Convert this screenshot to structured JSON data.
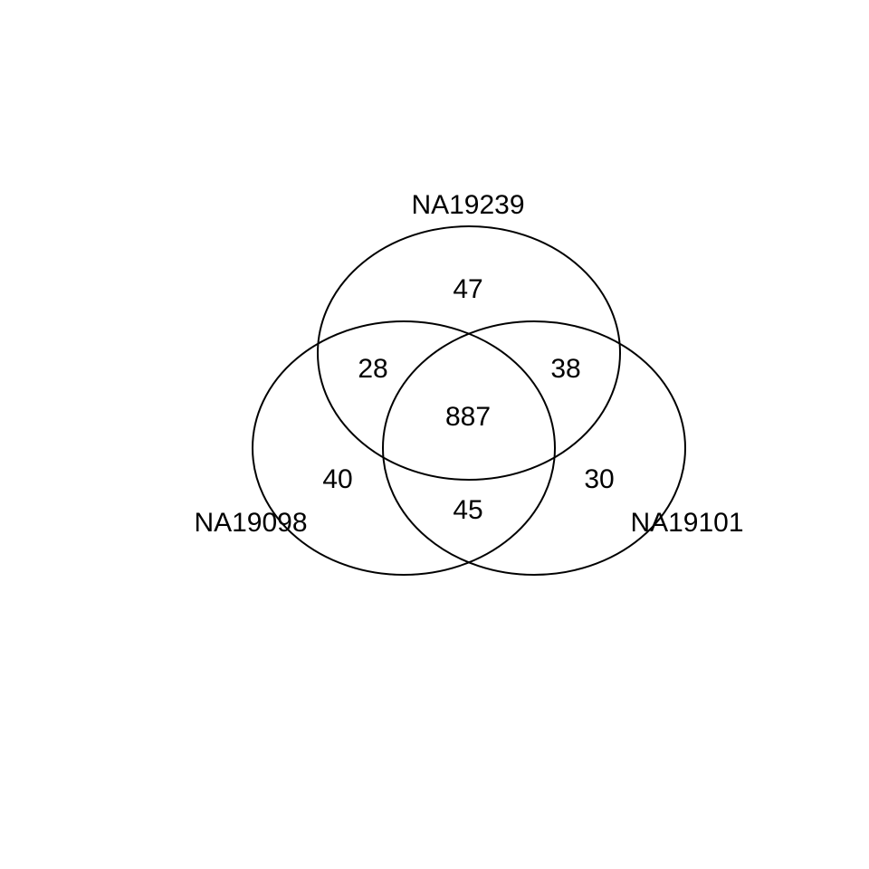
{
  "diagram": {
    "type": "venn-3",
    "sets": {
      "a": {
        "name": "NA19239"
      },
      "b": {
        "name": "NA19098"
      },
      "c": {
        "name": "NA19101"
      }
    },
    "regions": {
      "a_only": 47,
      "b_only": 40,
      "c_only": 30,
      "ab": 28,
      "ac": 38,
      "bc": 45,
      "abc": 887
    },
    "colors": {
      "stroke": "#000000",
      "text": "#000000",
      "background": "#ffffff"
    }
  }
}
